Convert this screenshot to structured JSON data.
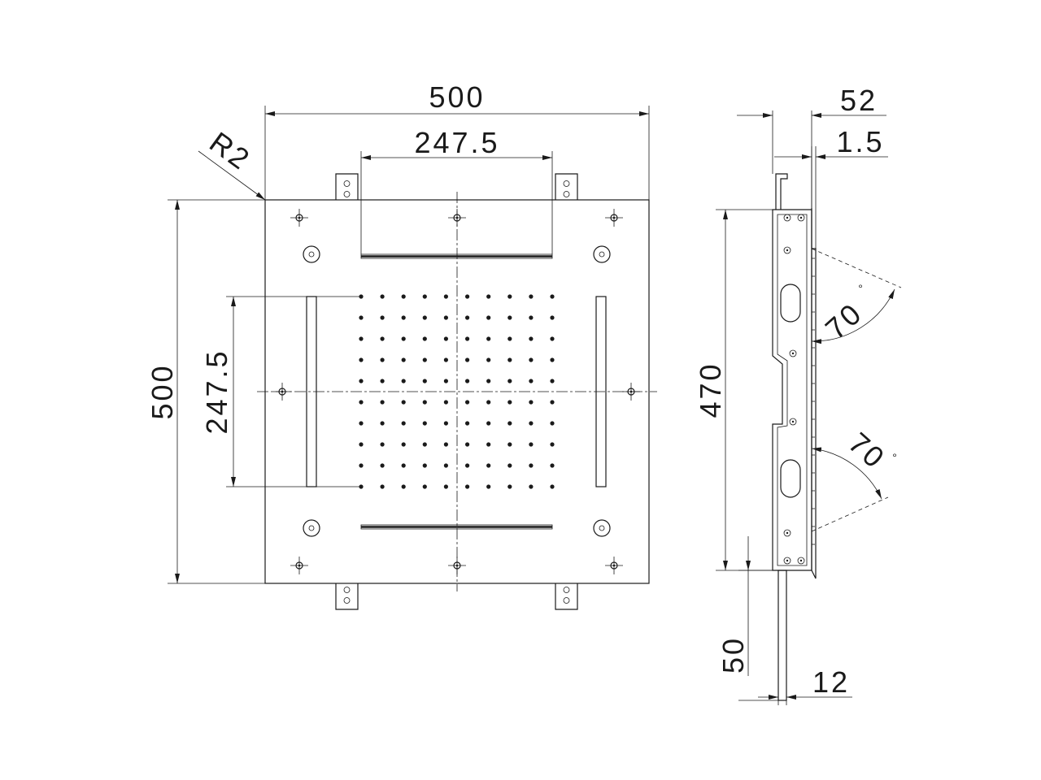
{
  "front_view": {
    "width_label": "500",
    "height_label": "500",
    "inner_width_label": "247.5",
    "inner_height_label": "247.5",
    "radius_label": "R2"
  },
  "side_view": {
    "depth_label": "52",
    "thickness_label": "1.5",
    "height_label": "470",
    "angle_upper_label": "70",
    "angle_lower_label": "70",
    "degree_symbol": "°",
    "pipe_length_label": "50",
    "pipe_diameter_label": "12"
  },
  "colors": {
    "line": "#1a1a1a",
    "background": "#ffffff"
  }
}
